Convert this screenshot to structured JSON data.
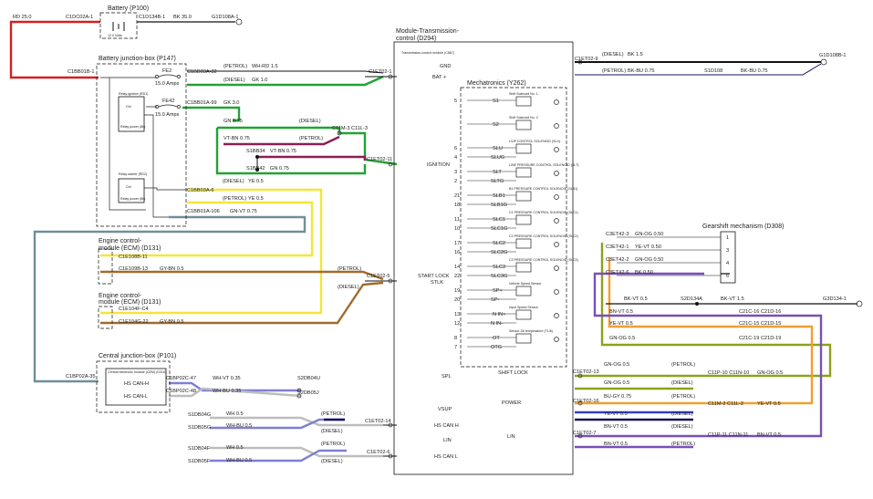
{
  "colors": {
    "red": "#d42020",
    "black": "#111111",
    "green": "#21a335",
    "yellow": "#f5e53a",
    "gray_blue": "#6f8f9a",
    "purple": "#8a1f55",
    "white_blue": "#7d7fd6",
    "brown": "#a16b2b",
    "olive": "#8fa11a",
    "orange": "#f0a030",
    "violet": "#7a4fb8",
    "blue": "#3040c0",
    "white": "#bdbdbd",
    "navy": "#14145a"
  },
  "battery": {
    "title": "Battery (P100)",
    "rd": "RD 25.0",
    "c1": "C1DC02A-1",
    "c2": "C1D134B-1",
    "bk": "BK 35.0",
    "g": "G1D108A-1",
    "volts": "12.0 Volts"
  },
  "jbox": {
    "title": "Battery junction-box (P147)",
    "c_in": "C1BB01B-1",
    "fe2": "FE2",
    "fe2_amp": "15.0 Amps",
    "fe42": "FE42",
    "fe42_amp": "15.0 Amps",
    "c_a32": "C1BB03A-32",
    "c_a99": "C1BB01A-99",
    "c_a6": "C1BB03A-6",
    "c_a106": "C1BB01A-106",
    "relay1": "Relay-ignition (RD1)",
    "relay2": "Relay-starter (RD2)",
    "relay_small": "Ctrl",
    "relay_pwr": "Relay power (8b)"
  },
  "wires": {
    "petrol": "(PETROL)",
    "diesel": "(DIESEL)",
    "wh_rd": "WH-RD 1.5",
    "gk": "GK 1.0",
    "gk3": "GK 3.0",
    "gn075": "GN 0.75",
    "vt_bn": "VT-BN 0.75",
    "s1bb34": "S1BB34",
    "vt_bn2": "VT-BN 0.75",
    "s1bb42": "S1BB42",
    "gn075b": "GN 0.75",
    "c11m": "C11M-3 C11L-3",
    "ye05": "YE 0.5",
    "ye05b": "YE 0.5",
    "gn_vt": "GN-VT 0.75",
    "gy_bn": "GY-BN 0.5",
    "gy_bn2": "GY-BN 0.5",
    "bk15": "BK 1.5",
    "bk_bu": "BK-BU 0.75",
    "s1d108": "S1D108",
    "g1d108b": "G1D108B-1"
  },
  "ecm1": {
    "title1": "Engine control-",
    "title2": "module (ECM) (D131)",
    "c1": "C1E108B-11",
    "c2": "C1E109B-13"
  },
  "ecm2": {
    "title1": "Engine control-",
    "title2": "module (ECM) (D131)",
    "c1": "C1E104F-C4",
    "c2": "C1E104G-22"
  },
  "cjb": {
    "title": "Central junction-box (P101)",
    "sub": "Central electronic module (CEM) (D316)",
    "c_in": "C1BP02A-35",
    "can_h": "HS CAN-H",
    "can_l": "HS CAN-L",
    "c47": "C1BP02C-47",
    "c48": "C1BP02C-48",
    "wh_vt": "WH-VT 0.35",
    "wh_bu": "WH-BU 0.35",
    "s2db04u": "S2DB04U",
    "s2db05j": "S2DB05J"
  },
  "can": {
    "s10b04g": "S1DB04G",
    "s1db05g": "S1DB05G",
    "s10b04f": "S1DB04F",
    "s1db05f": "S1DB05F",
    "wh05": "WH 0.5",
    "wh_bu05": "WH-BU 0.5",
    "wh05b": "WH 0.5",
    "wh_bu05b": "WH-BU 0.5"
  },
  "tcm": {
    "title1": "Module-Transmission-",
    "title2": "control (D294)",
    "sub": "Transmission-control module (C867)",
    "gnd": "GND",
    "bat": "BAT +",
    "ign": "IGNITION",
    "start": "START LOCK",
    "stlk": "STLK",
    "spl": "SPL",
    "vsup": "VSUP",
    "hs_can_h": "HS CAN H",
    "lin": "LIN",
    "hs_can_l": "HS CAN L",
    "c_gnd": "C1ET02-9",
    "c_bat": "C1ET02-1",
    "c_ign": "C1ET02-11",
    "c_start": "C1ET02-5",
    "c_can_h": "C1ET02-14",
    "c_can_l": "C1ET02-6"
  },
  "mech": {
    "title": "Mechatronics (Y262)",
    "rows": [
      {
        "pin_a": "5",
        "pin_b": "",
        "label": "S1",
        "sub": "Shift Solenoid No. 1"
      },
      {
        "pin_a": "",
        "pin_b": "",
        "label": "S2",
        "sub": "Shift Solenoid No. 2"
      },
      {
        "pin_a": "6",
        "pin_b": "4",
        "label": "SLU",
        "label2": "SLUG",
        "sub": "L/UP CONTROL SOLENOID (SLU)"
      },
      {
        "pin_a": "3",
        "pin_b": "2",
        "label": "SLT",
        "label2": "SLTG",
        "sub": "LINE PRESSURE CONTROL SOLENOID (SLT)"
      },
      {
        "pin_a": "21",
        "pin_b": "18",
        "label": "SLB1",
        "label2": "SLB1G",
        "sub": "B1 PRESSURE CONTROL SOLENOID (SLB1)"
      },
      {
        "pin_a": "11",
        "pin_b": "10",
        "label": "SLC1",
        "label2": "SLC1G",
        "sub": "C1 PRESSURE CONTROL SOLENOID (SLC1)"
      },
      {
        "pin_a": "17",
        "pin_b": "16",
        "label": "SLC2",
        "label2": "SLC2G",
        "sub": "C2 PRESSURE CONTROL SOLENOID (SLC2)"
      },
      {
        "pin_a": "14",
        "pin_b": "22",
        "label": "SLC3",
        "label2": "SLC3G",
        "sub": "C3 PRESSURE CONTROL SOLENOID (SLC3)"
      },
      {
        "pin_a": "19",
        "pin_b": "20",
        "label": "SP+",
        "label2": "SP-",
        "sub": "Vehicle Speed Sensor"
      },
      {
        "pin_a": "13",
        "pin_b": "12",
        "label": "N IN+",
        "label2": "N IN-",
        "sub": "Input Speed Sensor"
      },
      {
        "pin_a": "8",
        "pin_b": "7",
        "label": "OT",
        "label2": "OTG",
        "sub": "Sensor-Oil temperature (T1/6)"
      }
    ],
    "shift_lock": "SHIFT LOCK",
    "power": "POWER",
    "lin": "LIN"
  },
  "gearshift": {
    "title": "Gearshift mechanism (D308)",
    "pins": [
      "1",
      "3",
      "4",
      "6"
    ],
    "c": [
      "C3ET42-3",
      "C3ET42-1",
      "C3ET42-2",
      "C3ET42-6"
    ],
    "w": [
      "GN-OG 0.50",
      "YE-VT 0.50",
      "GN-OG 0.50",
      "BK 0.50"
    ],
    "s2d134a": "S2D134A",
    "bk_vt": "BK-VT 0.5",
    "bk_vt15": "BK-VT 1.5",
    "g3d134": "G3D134-1",
    "bn_vt": "BN-VT 0.5",
    "c21c16": "C21C-16 C21D-16",
    "ye_vt": "YE-VT 0.5",
    "c21c15": "C21C-15 C21D-15",
    "gn_og": "GN-OG 0.5",
    "c21c19": "C21C-19 C21D-19"
  },
  "bottom": {
    "c_spl": "C1ET02-13",
    "c_vsup": "C1ET02-16",
    "c_lin": "C1ET02-7",
    "gn_og": "GN-OG 0.5",
    "gn_og2": "GN-OG 0.5",
    "c11p10": "C11P-10 C11N-10",
    "gn_og3": "GN-OG 0.5",
    "bu_gy": "BU-GY 0.75",
    "ye_vt": "YE-VT 0.5",
    "c11m2": "C11M-2 C11L-2",
    "ye_vt2": "YE-VT 0.5",
    "bn_vt": "BN-VT 0.5",
    "bn_vt2": "BN-VT 0.5",
    "c11p11": "C11P-11 C11N-11",
    "bn_vt3": "BN-VT 0.5"
  }
}
